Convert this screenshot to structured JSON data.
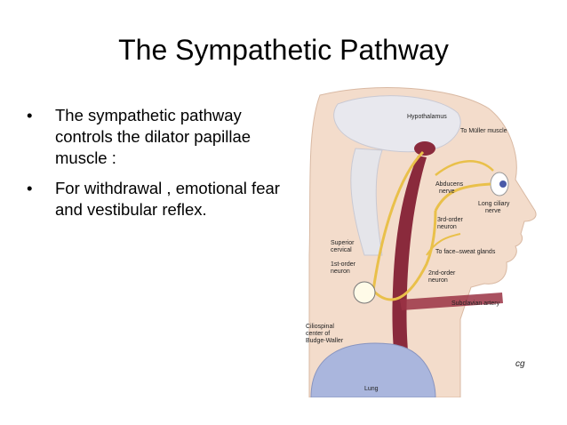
{
  "slide": {
    "title": "The Sympathetic Pathway",
    "bullets": [
      "The sympathetic pathway controls the dilator papillae muscle :",
      "For withdrawal , emotional fear and vestibular reflex."
    ],
    "bullet_glyph": "•"
  },
  "figure": {
    "labels": {
      "hypothalamus": "Hypothalamus",
      "muller": "To Müller muscle",
      "abducens_1": "Abducens",
      "abducens_2": "nerve",
      "ciliary_1": "Long ciliary",
      "ciliary_2": "nerve",
      "third_1": "3rd-order",
      "third_2": "neuron",
      "superior_1": "Superior",
      "superior_2": "cervical",
      "first_1": "1st-order",
      "first_2": "neuron",
      "face_sweat": "To face–sweat glands",
      "second_1": "2nd-order",
      "second_2": "neuron",
      "subclavian": "Subclavian artery",
      "ciliospinal_1": "Ciliospinal",
      "ciliospinal_2": "center of",
      "ciliospinal_3": "Budge-Waller",
      "lung": "Lung",
      "signature": "cg"
    },
    "colors": {
      "skin": "#f3dccb",
      "artery": "#8a2a3c",
      "nerve": "#e9c04a",
      "brain": "#e8e8ee",
      "lung": "#aab6dd"
    }
  }
}
